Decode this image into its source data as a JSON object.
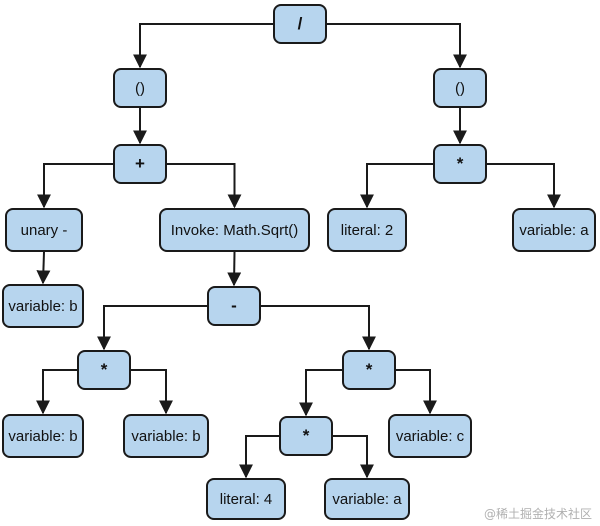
{
  "diagram": {
    "nodes": {
      "div": "/",
      "paren_left": "()",
      "paren_right": "()",
      "plus": "+",
      "mul_right": "*",
      "unary_minus": "unary -",
      "invoke_sqrt": "Invoke: Math.Sqrt()",
      "literal_2": "literal: 2",
      "variable_a_top": "variable: a",
      "variable_b_neg": "variable: b",
      "minus": "-",
      "mul_bb": "*",
      "mul_4ac": "*",
      "variable_b_1": "variable: b",
      "variable_b_2": "variable: b",
      "mul_4a": "*",
      "variable_c": "variable: c",
      "literal_4": "literal: 4",
      "variable_a_bottom": "variable: a"
    },
    "edges": [
      [
        "div",
        "paren_left"
      ],
      [
        "div",
        "paren_right"
      ],
      [
        "paren_left",
        "plus"
      ],
      [
        "paren_right",
        "mul_right"
      ],
      [
        "plus",
        "unary_minus"
      ],
      [
        "plus",
        "invoke_sqrt"
      ],
      [
        "mul_right",
        "literal_2"
      ],
      [
        "mul_right",
        "variable_a_top"
      ],
      [
        "unary_minus",
        "variable_b_neg"
      ],
      [
        "invoke_sqrt",
        "minus"
      ],
      [
        "minus",
        "mul_bb"
      ],
      [
        "minus",
        "mul_4ac"
      ],
      [
        "mul_bb",
        "variable_b_1"
      ],
      [
        "mul_bb",
        "variable_b_2"
      ],
      [
        "mul_4ac",
        "mul_4a"
      ],
      [
        "mul_4ac",
        "variable_c"
      ],
      [
        "mul_4a",
        "literal_4"
      ],
      [
        "mul_4a",
        "variable_a_bottom"
      ]
    ]
  },
  "watermark": "@稀土掘金技术社区"
}
